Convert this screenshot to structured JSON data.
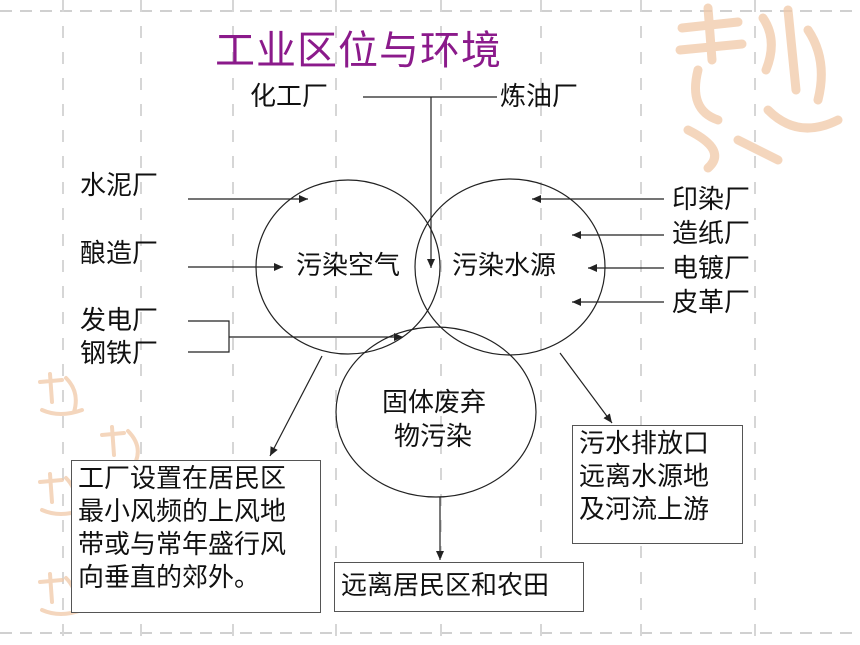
{
  "title": "工业区位与环境",
  "top_factories": [
    "化工厂",
    "炼油厂"
  ],
  "left_factories": [
    "水泥厂",
    "酿造厂",
    "发电厂",
    "钢铁厂"
  ],
  "right_factories": [
    "印染厂",
    "造纸厂",
    "电镀厂",
    "皮革厂"
  ],
  "circles": {
    "air": "污染空气",
    "water": "污染水源",
    "solid": [
      "固体废弃",
      "物污染"
    ]
  },
  "advice": {
    "air": [
      "工厂设置在居民区",
      "最小风频的上风地",
      "带或与常年盛行风",
      "向垂直的郊外。"
    ],
    "water": [
      "污水排放口",
      "远离水源地",
      "及河流上游"
    ],
    "solid": "远离居民区和农田"
  },
  "colors": {
    "title": "#8b1a8b",
    "line": "#222222",
    "watermark": "#f1c9a8"
  }
}
